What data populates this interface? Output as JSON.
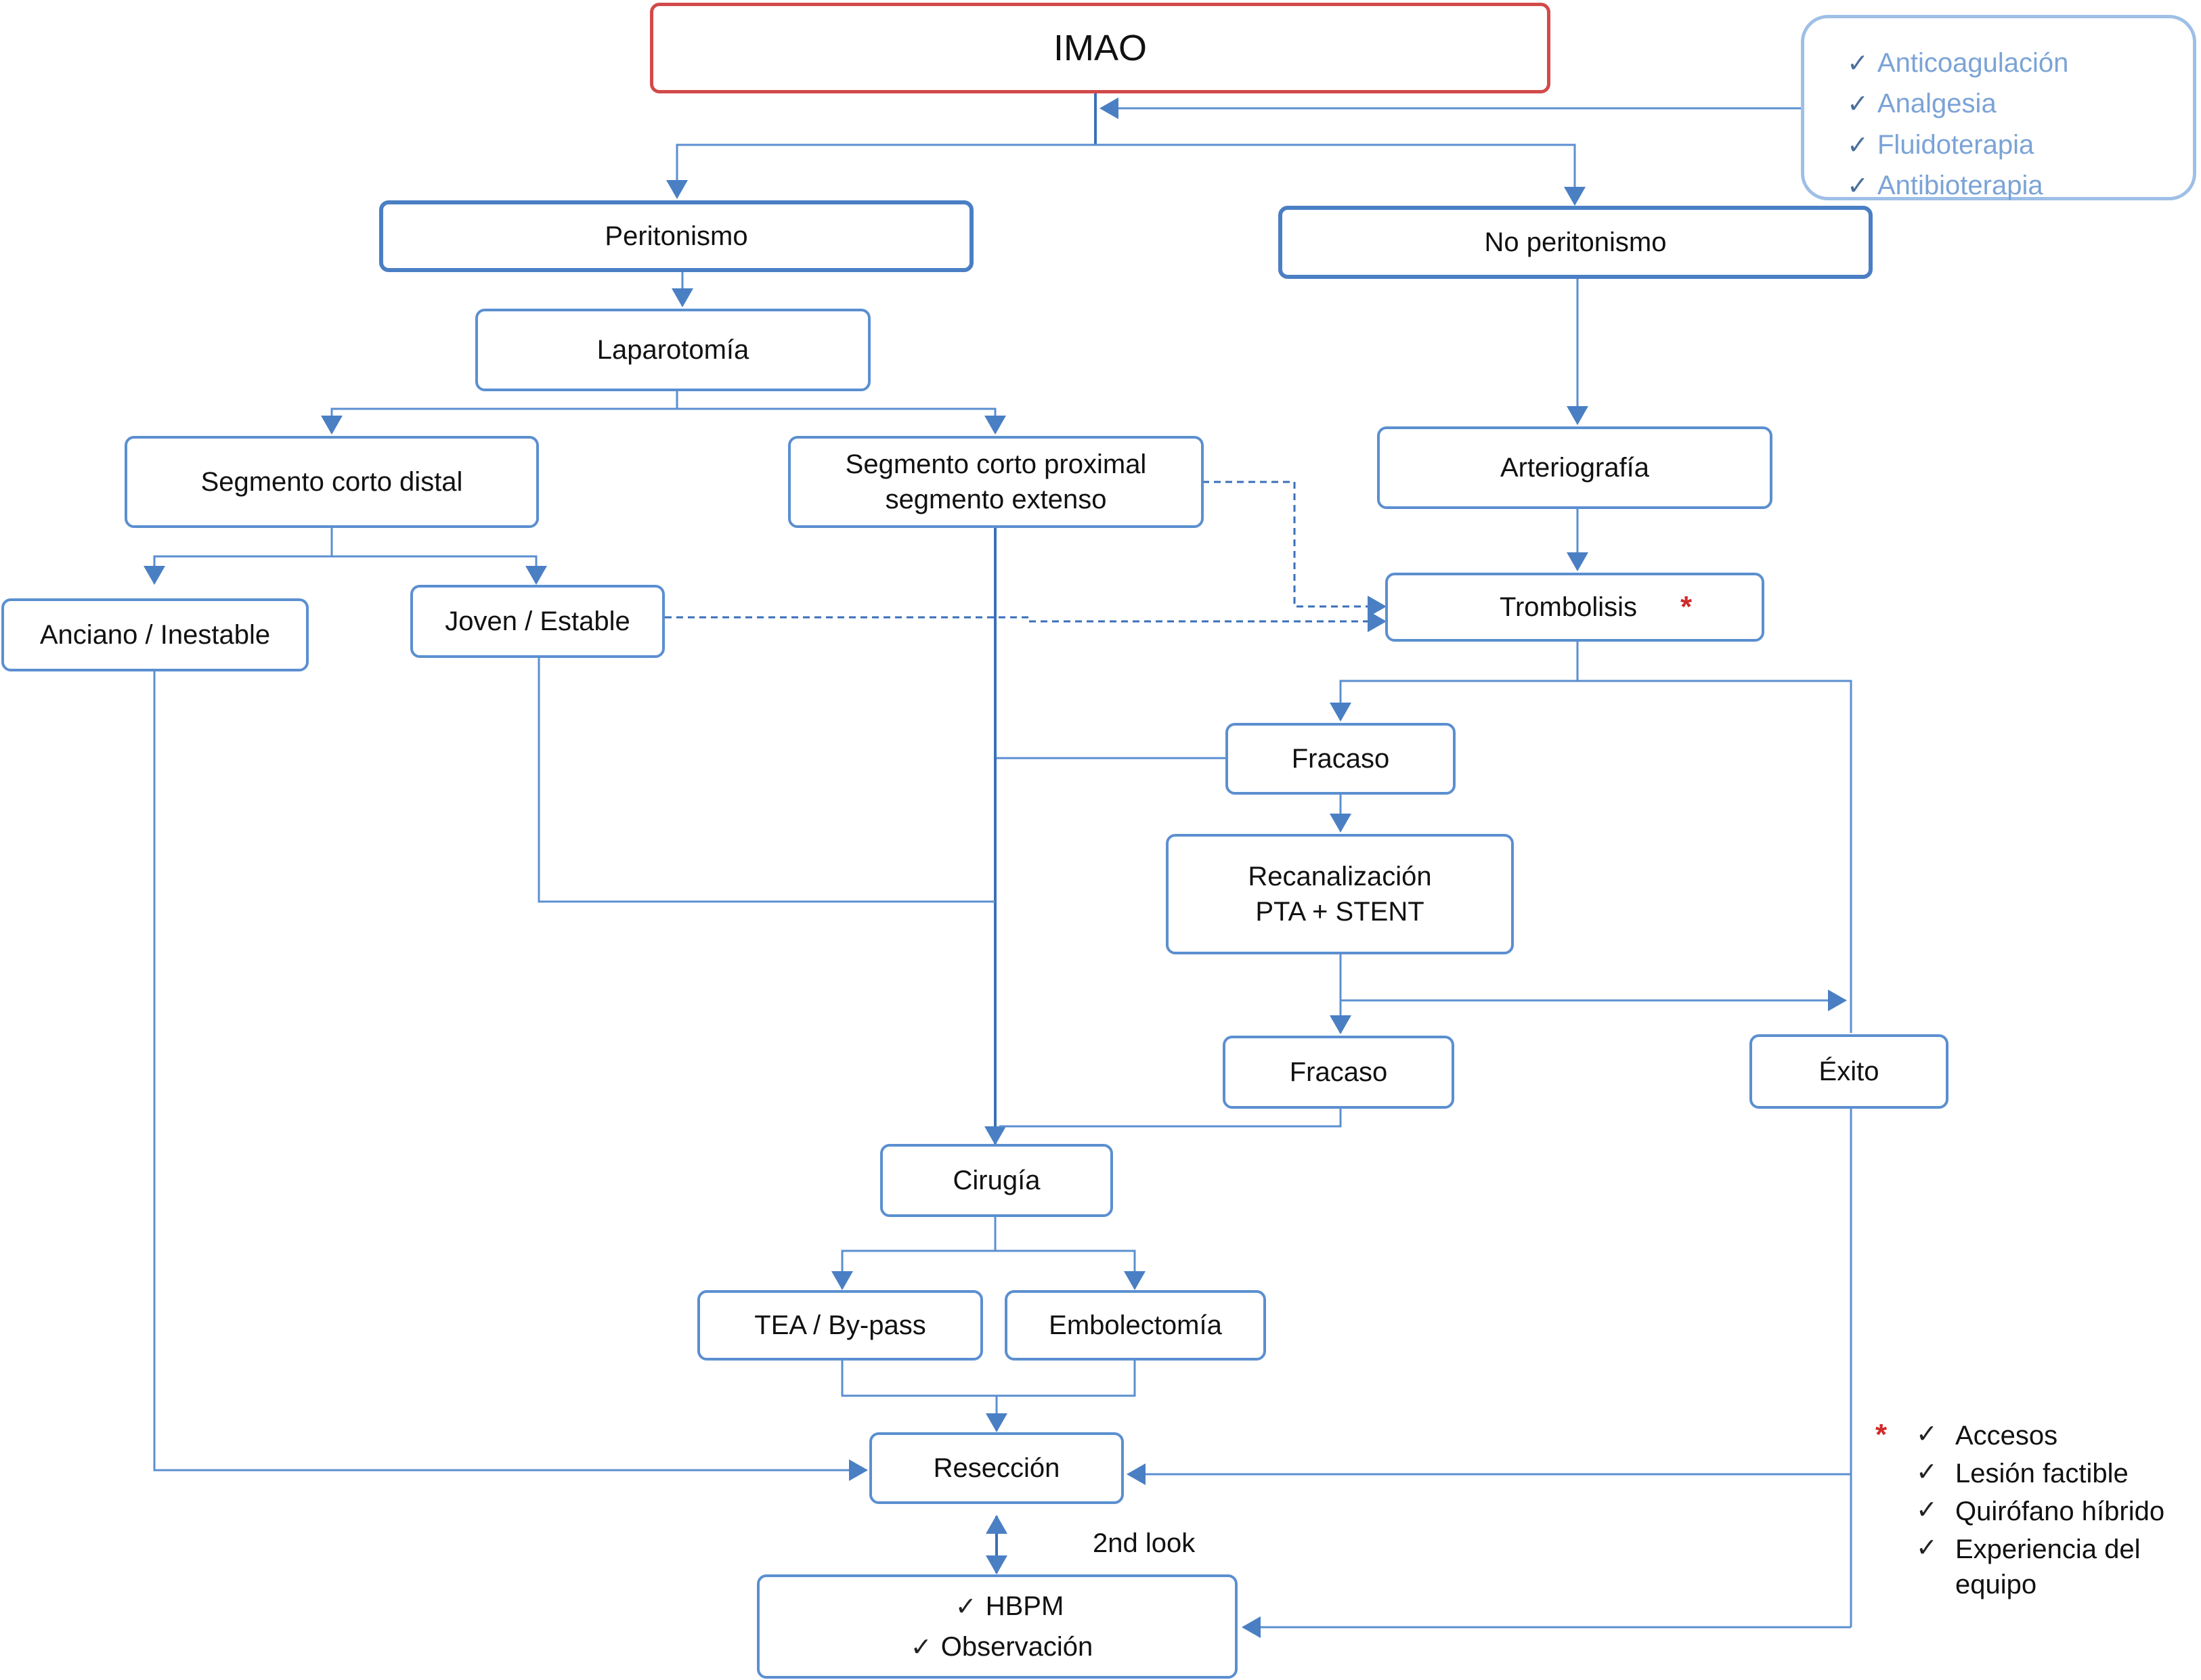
{
  "nodes": {
    "imao": "IMAO",
    "peritonismo": "Peritonismo",
    "no_peritonismo": "No peritonismo",
    "laparotomia": "Laparotomía",
    "segmento_corto_distal": "Segmento corto distal",
    "segmento_proximal_line1": "Segmento corto proximal",
    "segmento_proximal_line2": "segmento extenso",
    "arteriografia": "Arteriografía",
    "anciano": "Anciano / Inestable",
    "joven": "Joven / Estable",
    "trombolisis": "Trombolisis",
    "fracaso_1": "Fracaso",
    "recanalizacion_line1": "Recanalización",
    "recanalizacion_line2": "PTA + STENT",
    "fracaso_2": "Fracaso",
    "exito": "Éxito",
    "cirugia": "Cirugía",
    "tea_bypass": "TEA / By-pass",
    "embolectomia": "Embolectomía",
    "reseccion": "Resección",
    "second_look": "2nd look"
  },
  "initial_measures": [
    "Anticoagulación",
    "Analgesia",
    "Fluidoterapia",
    "Antibioterapia"
  ],
  "post_care": [
    "HBPM",
    "Observación"
  ],
  "thrombolysis_factors": {
    "marker": "*",
    "items": [
      "Accesos",
      "Lesión factible",
      "Quirófano híbrido",
      "Experiencia del equipo"
    ]
  },
  "check_symbol": "✓",
  "colors": {
    "connector": "#5b8fd0",
    "root_border": "#d24a4a",
    "measures_text": "#7ba3d6",
    "marker": "#d12a2a"
  }
}
